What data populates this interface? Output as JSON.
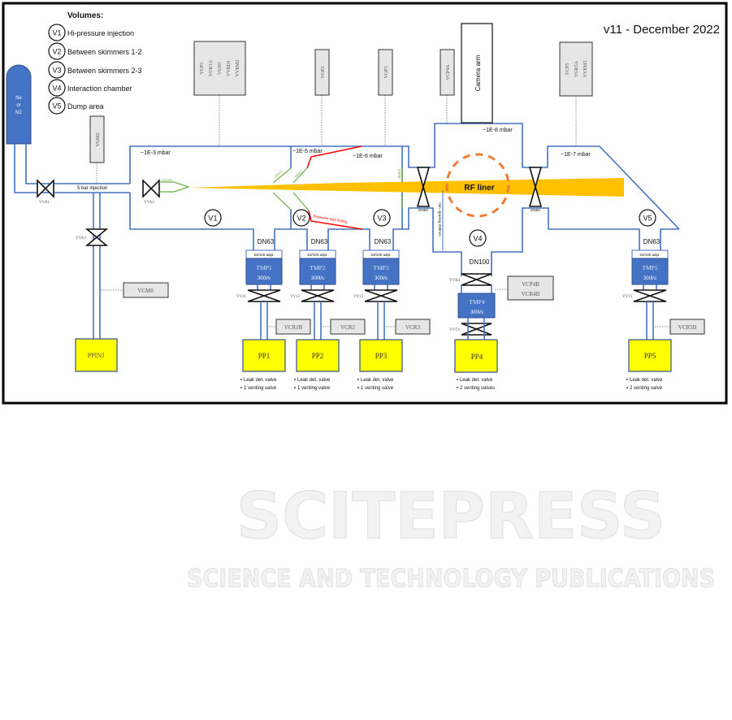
{
  "title": "v11 - December 2022",
  "legend": {
    "heading": "Volumes:",
    "items": [
      {
        "id": "V1",
        "label": "Hi-pressure injection"
      },
      {
        "id": "V2",
        "label": "Between skimmers 1-2"
      },
      {
        "id": "V3",
        "label": "Between skimmers 2-3"
      },
      {
        "id": "V4",
        "label": "Interaction chamber"
      },
      {
        "id": "V5",
        "label": "Dump area"
      }
    ]
  },
  "gas_bottle": {
    "line1": "Ne",
    "line2": "or",
    "line3": "N2",
    "color": "#4472c4"
  },
  "injection": {
    "pipe_label": "5 bar injection",
    "valve1": "VVA1",
    "valve2": "VVA2",
    "valve3": "VVA3",
    "gauge_top": "VGM2",
    "gauge_side": "VCM0",
    "pump": "PPINJ"
  },
  "gauges": {
    "v1": [
      "VGP1",
      "VGR1A",
      "VGN1",
      "VVRD1",
      "VVEM2"
    ],
    "v2": "VGP2",
    "v3": "VGP3",
    "v4": "VCP4A",
    "v5": [
      "VCP5",
      "VGR5A",
      "VVEM5"
    ]
  },
  "camera_arm": "Camera arm",
  "pressures": {
    "v1": "~1E-3 mbar",
    "v2": "~1E-5 mbar",
    "v3": "~1E-6 mbar",
    "v4": "~1E-8 mbar",
    "v5": "~1E-7 mbar"
  },
  "labels": {
    "nozzle": "nozzle",
    "skim1": "skim1",
    "skim2": "skim2",
    "skim3": "skim3",
    "separator": "Separator wall 45deg",
    "rf_liner": "RF liner",
    "gate_flange_left": "DN63",
    "gate_flange_right": "DN63",
    "spacing": "min. spacing 200mm",
    "dn100": "DN100"
  },
  "pumps": [
    {
      "volume": "V1",
      "flange": "DN63",
      "adapter": "63/100 adpt.",
      "tmp": "TMP1",
      "speed": "300l/s",
      "valve": "VV11",
      "gauge": "VCR1B",
      "pp": "PP1",
      "notes": [
        "Leak det. valve",
        "1 venting valve"
      ]
    },
    {
      "volume": "V2",
      "flange": "DN63",
      "adapter": "63/100 adpt.",
      "tmp": "TMP2",
      "speed": "300l/s",
      "valve": "VV12",
      "gauge": "VCR2",
      "pp": "PP2",
      "notes": [
        "Leak det. valve",
        "1 venting valve"
      ]
    },
    {
      "volume": "V3",
      "flange": "DN63",
      "adapter": "63/100 adpt.",
      "tmp": "TMP3",
      "speed": "300l/s",
      "valve": "VV13",
      "gauge": "VCR3",
      "pp": "PP3",
      "notes": [
        "Leak det. valve",
        "1 venting valve"
      ]
    },
    {
      "volume": "V4",
      "flange": "DN100",
      "tmp": "TMP4",
      "speed": "300l/s",
      "valve": "VVR4",
      "valve2": "VVT4",
      "gauge": [
        "VCP4B",
        "VCR4B"
      ],
      "pp": "PP4",
      "notes": [
        "Leak det. valve",
        "2 venting valves"
      ]
    },
    {
      "volume": "V5",
      "flange": "DN63",
      "adapter": "63/100 adpt.",
      "tmp": "TMP5",
      "speed": "300l/s",
      "valve": "VV15",
      "gauge": "VCR5B",
      "pp": "PP5",
      "notes": [
        "Leak det. valve",
        "2 venting valve"
      ]
    }
  ],
  "colors": {
    "pipe": "#4472c4",
    "beam": "#ffc000",
    "rf_circle": "#ed7d31",
    "skimmer": "#70ad47",
    "separator": "#ff0000",
    "primary_pump": "#ffff00"
  },
  "watermark": {
    "line1": "SCITEPRESS",
    "line2": "SCIENCE AND TECHNOLOGY PUBLICATIONS"
  }
}
